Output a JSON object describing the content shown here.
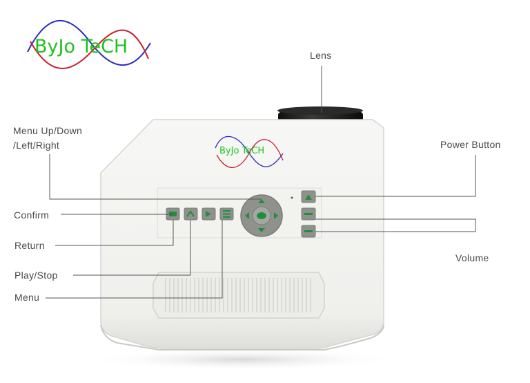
{
  "logo": {
    "text": "ByJo TeCH"
  },
  "device_logo": {
    "text": "ByJo TeCH"
  },
  "labels": {
    "lens": "Lens",
    "menu_nav_line1": "Menu Up/Down",
    "menu_nav_line2": "/Left/Right",
    "power": "Power Button",
    "confirm": "Confirm",
    "return": "Return",
    "play_stop": "Play/Stop",
    "menu": "Menu",
    "volume": "Volume"
  },
  "colors": {
    "body": "#f4f4f2",
    "body_shade": "#e3e3df",
    "button": "#8f918d",
    "button_glyph": "#1f8f3c",
    "leader_line": "#555555",
    "logo_green": "#1ec21e",
    "wave_blue": "#2b2bbf",
    "wave_red": "#c81e2a"
  },
  "icons": [
    "up-arrow-icon",
    "minus-icon",
    "plus-icon",
    "left-arrow-icon",
    "right-arrow-icon",
    "down-arrow-icon",
    "ok-icon",
    "return-icon",
    "play-icon",
    "menu-icon"
  ]
}
